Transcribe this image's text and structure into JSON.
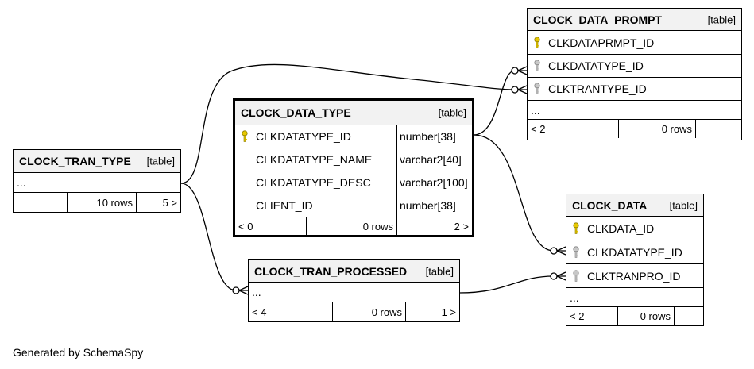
{
  "footer": "Generated by SchemaSpy",
  "tables": {
    "clock_data_prompt": {
      "name": "CLOCK_DATA_PROMPT",
      "kind": "[table]",
      "columns": [
        {
          "name": "CLKDATAPRMPT_ID",
          "key": "primary"
        },
        {
          "name": "CLKDATATYPE_ID",
          "key": "foreign"
        },
        {
          "name": "CLKTRANTYPE_ID",
          "key": "foreign"
        }
      ],
      "ellipsis": "...",
      "footer": {
        "parents": "< 2",
        "rows": "0 rows",
        "children": ""
      }
    },
    "clock_data_type": {
      "name": "CLOCK_DATA_TYPE",
      "kind": "[table]",
      "columns": [
        {
          "name": "CLKDATATYPE_ID",
          "type": "number[38]",
          "key": "primary"
        },
        {
          "name": "CLKDATATYPE_NAME",
          "type": "varchar2[40]",
          "key": "none"
        },
        {
          "name": "CLKDATATYPE_DESC",
          "type": "varchar2[100]",
          "key": "none"
        },
        {
          "name": "CLIENT_ID",
          "type": "number[38]",
          "key": "none"
        }
      ],
      "footer": {
        "parents": "< 0",
        "rows": "0 rows",
        "children": "2 >"
      }
    },
    "clock_tran_type": {
      "name": "CLOCK_TRAN_TYPE",
      "kind": "[table]",
      "ellipsis": "...",
      "footer": {
        "parents": "",
        "rows": "10 rows",
        "children": "5 >"
      }
    },
    "clock_data": {
      "name": "CLOCK_DATA",
      "kind": "[table]",
      "columns": [
        {
          "name": "CLKDATA_ID",
          "key": "primary"
        },
        {
          "name": "CLKDATATYPE_ID",
          "key": "foreign"
        },
        {
          "name": "CLKTRANPRO_ID",
          "key": "foreign"
        }
      ],
      "ellipsis": "...",
      "footer": {
        "parents": "< 2",
        "rows": "0 rows",
        "children": ""
      }
    },
    "clock_tran_processed": {
      "name": "CLOCK_TRAN_PROCESSED",
      "kind": "[table]",
      "ellipsis": "...",
      "footer": {
        "parents": "< 4",
        "rows": "0 rows",
        "children": "1 >"
      }
    }
  },
  "colors": {
    "primary_key": "#e6c800",
    "foreign_key": "#b0b0b0",
    "header_bg": "#f2f2f2",
    "line": "#000000"
  }
}
